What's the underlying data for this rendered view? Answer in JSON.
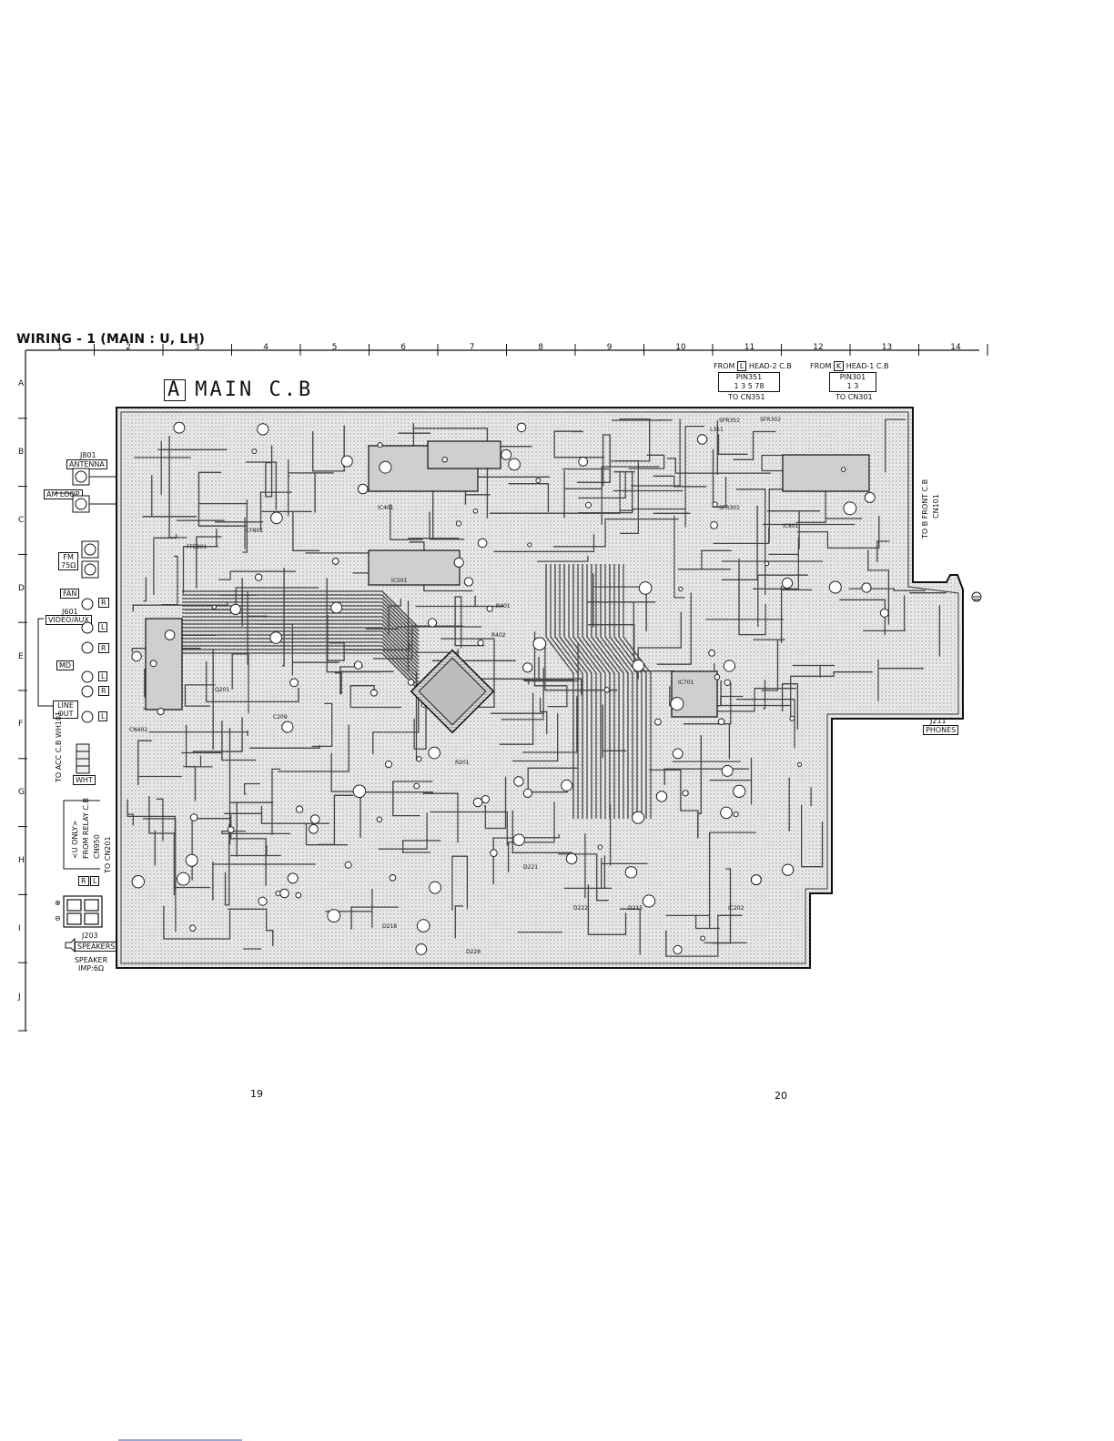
{
  "page": {
    "title": "WIRING - 1 (MAIN : U, LH)",
    "page_left": "19",
    "page_right": "20"
  },
  "grid": {
    "columns": [
      "1",
      "2",
      "3",
      "4",
      "5",
      "6",
      "7",
      "8",
      "9",
      "10",
      "11",
      "12",
      "13",
      "14"
    ],
    "rows": [
      "A",
      "B",
      "C",
      "D",
      "E",
      "F",
      "G",
      "H",
      "I",
      "J"
    ]
  },
  "board": {
    "letter": "A",
    "name": "MAIN C.B"
  },
  "top_connectors": {
    "left": {
      "from_prefix": "FROM",
      "letter": "L",
      "from_suffix": "HEAD-2 C.B",
      "pin_label": "PIN351",
      "pins": "1 3 5 78",
      "to_label": "TO CN351"
    },
    "right": {
      "from_prefix": "FROM",
      "letter": "K",
      "from_suffix": "HEAD-1 C.B",
      "pin_label": "PIN301",
      "pins": "1 3",
      "to_label": "TO CN301"
    }
  },
  "left_labels": {
    "j801": "J801",
    "antenna": "ANTENNA",
    "am_loop": "AM LOOP",
    "fm": "FM",
    "fm_ohm": "75Ω",
    "fan": "FAN",
    "j601": "J601",
    "video_aux": "VIDEO/AUX",
    "md": "MD",
    "line_out": "LINE OUT",
    "ch_r": "R",
    "ch_l": "L",
    "to_acc": "TO ACC C.B",
    "to_acc_sub": "WH101",
    "wht": "WHT",
    "u_only": "<U ONLY>",
    "relay_from": "FROM RELAY C.B",
    "cn950": "CN950",
    "to_cn201": "TO CN201",
    "j203": "J203",
    "speakers": "SPEAKERS",
    "speaker_imp": "SPEAKER IMP:6Ω",
    "plus": "⊕",
    "minus": "⊖"
  },
  "right_labels": {
    "front_cb": "TO B FRONT C.B",
    "cn101": "CN101",
    "j211": "J211",
    "phones": "PHONES"
  },
  "component_labels": [
    "CF801",
    "FFE801",
    "IC401",
    "IC501",
    "IC701",
    "CN402",
    "R401",
    "R402",
    "D218",
    "D221",
    "D222",
    "D228",
    "D215",
    "L351",
    "SFR351",
    "SFR302",
    "SFR301",
    "IC801",
    "IC202",
    "Q201",
    "C209",
    "R201"
  ]
}
